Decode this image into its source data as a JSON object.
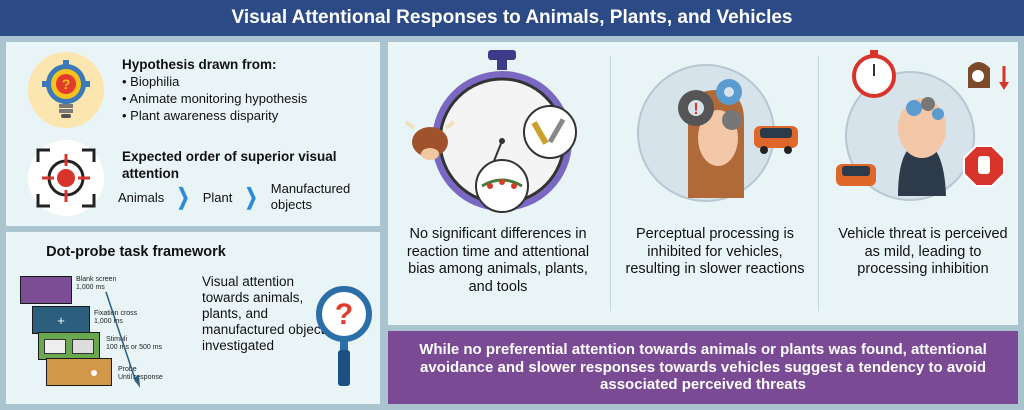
{
  "title": "Visual Attentional Responses to Animals, Plants, and Vehicles",
  "hypothesis": {
    "heading": "Hypothesis drawn from:",
    "items": [
      "• Biophilia",
      "• Animate monitoring hypothesis",
      "• Plant awareness disparity"
    ]
  },
  "expected_order": {
    "heading": "Expected order of superior visual attention",
    "steps": [
      "Animals",
      "Plant",
      "Manufactured objects"
    ]
  },
  "dot_probe": {
    "title": "Dot-probe task framework",
    "description": "Visual attention towards animals, plants, and manufactured objects investigated",
    "stages": [
      {
        "name": "Blank screen",
        "duration": "1,000 ms"
      },
      {
        "name": "Fixation cross",
        "duration": "1,000 ms"
      },
      {
        "name": "Stimuli",
        "duration": "100 ms or 500 ms"
      },
      {
        "name": "Probe",
        "duration": "Until response"
      }
    ],
    "fixation_symbol": "+"
  },
  "findings": [
    {
      "text": "No significant differences in reaction time and attentional bias among animals, plants, and tools"
    },
    {
      "text": "Perceptual processing is inhibited for vehicles, resulting in slower reactions"
    },
    {
      "text": "Vehicle threat is perceived as mild, leading to processing inhibition"
    }
  ],
  "conclusion": "While no preferential attention towards animals or plants was found, attentional avoidance and slower responses towards vehicles suggest a tendency to avoid associated perceived threats",
  "colors": {
    "title_bar": "#2b4a86",
    "conclusion": "#7a4a94",
    "chevron": "#2e8bd6",
    "background": "#a9c4cf",
    "panel": "#e9f4f6"
  }
}
